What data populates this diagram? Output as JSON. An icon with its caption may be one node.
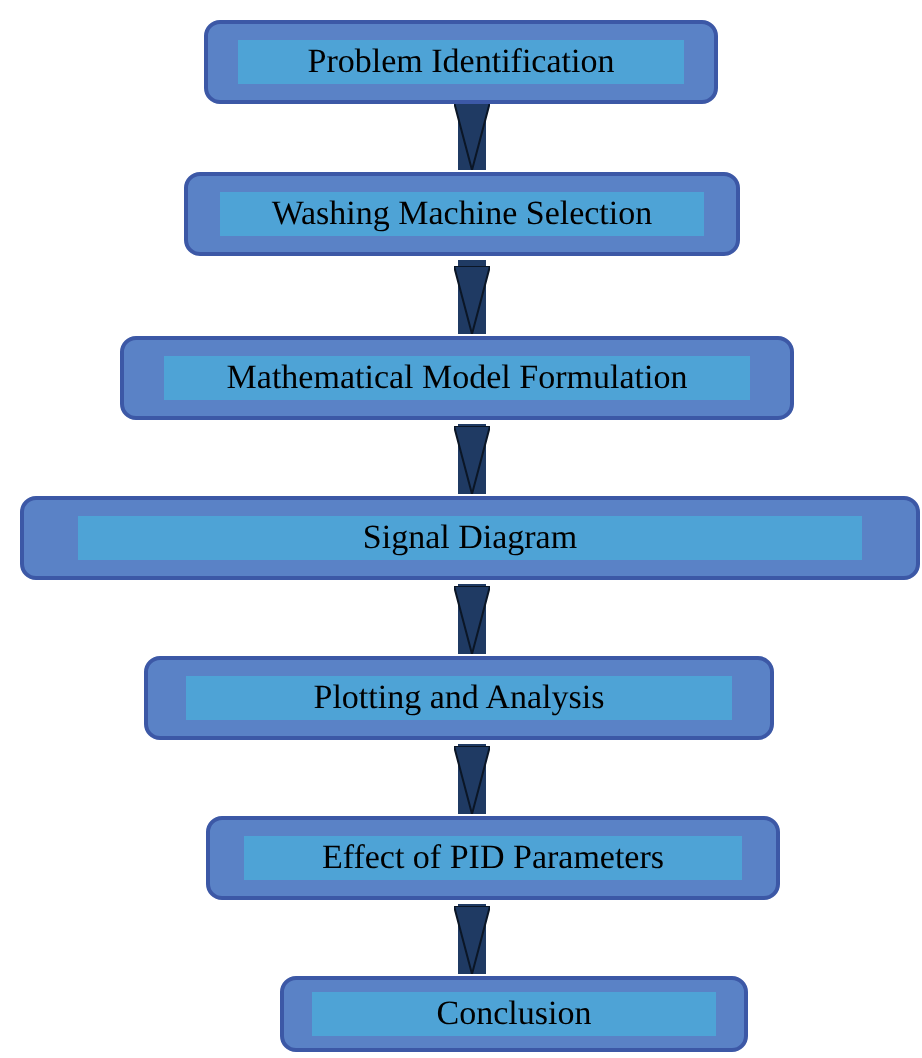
{
  "diagram": {
    "nodes": [
      {
        "text": [
          "Problem Identification"
        ]
      },
      {
        "text": [
          "Washing Machine Selection"
        ]
      },
      {
        "text": [
          "Mathematical Model Formulation"
        ]
      },
      {
        "text": [
          "Signal Diagram"
        ]
      },
      {
        "text": [
          "Plotting and Analysis"
        ]
      },
      {
        "text": [
          "Effect of PID Parameters"
        ]
      },
      {
        "text": [
          "Conclusion"
        ]
      }
    ],
    "edges": [
      {
        "from": 0,
        "to": 1,
        "arrow": "to"
      },
      {
        "from": 1,
        "to": 2,
        "arrow": "to"
      },
      {
        "from": 2,
        "to": 3,
        "arrow": "to"
      },
      {
        "from": 3,
        "to": 4,
        "arrow": "to"
      },
      {
        "from": 4,
        "to": 5,
        "arrow": "to"
      },
      {
        "from": 5,
        "to": 6,
        "arrow": "to"
      }
    ]
  }
}
